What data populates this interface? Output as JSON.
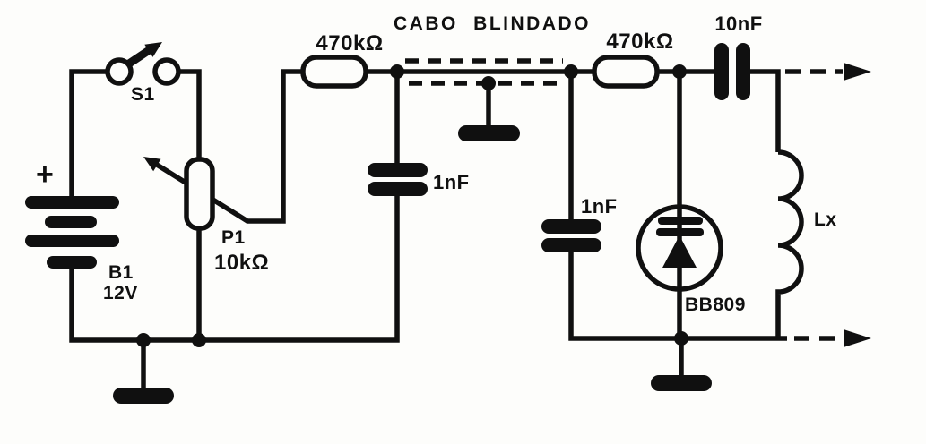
{
  "colors": {
    "ink": "#101010",
    "paper": "#fdfdfb"
  },
  "schematic": {
    "shield_note": "CABO BLINDADO",
    "battery": {
      "ref": "B1",
      "value": "12V",
      "polarity": "+"
    },
    "switch": {
      "ref": "S1"
    },
    "potentiometer": {
      "ref": "P1",
      "value": "10kΩ"
    },
    "resistor_input": {
      "value": "470kΩ"
    },
    "resistor_output": {
      "value": "470kΩ"
    },
    "capacitor_input": {
      "value": "1nF"
    },
    "capacitor_shunt": {
      "value": "1nF"
    },
    "capacitor_output": {
      "value": "10nF"
    },
    "varicap_diode": {
      "ref": "BB809"
    },
    "inductor": {
      "ref": "Lx"
    }
  }
}
